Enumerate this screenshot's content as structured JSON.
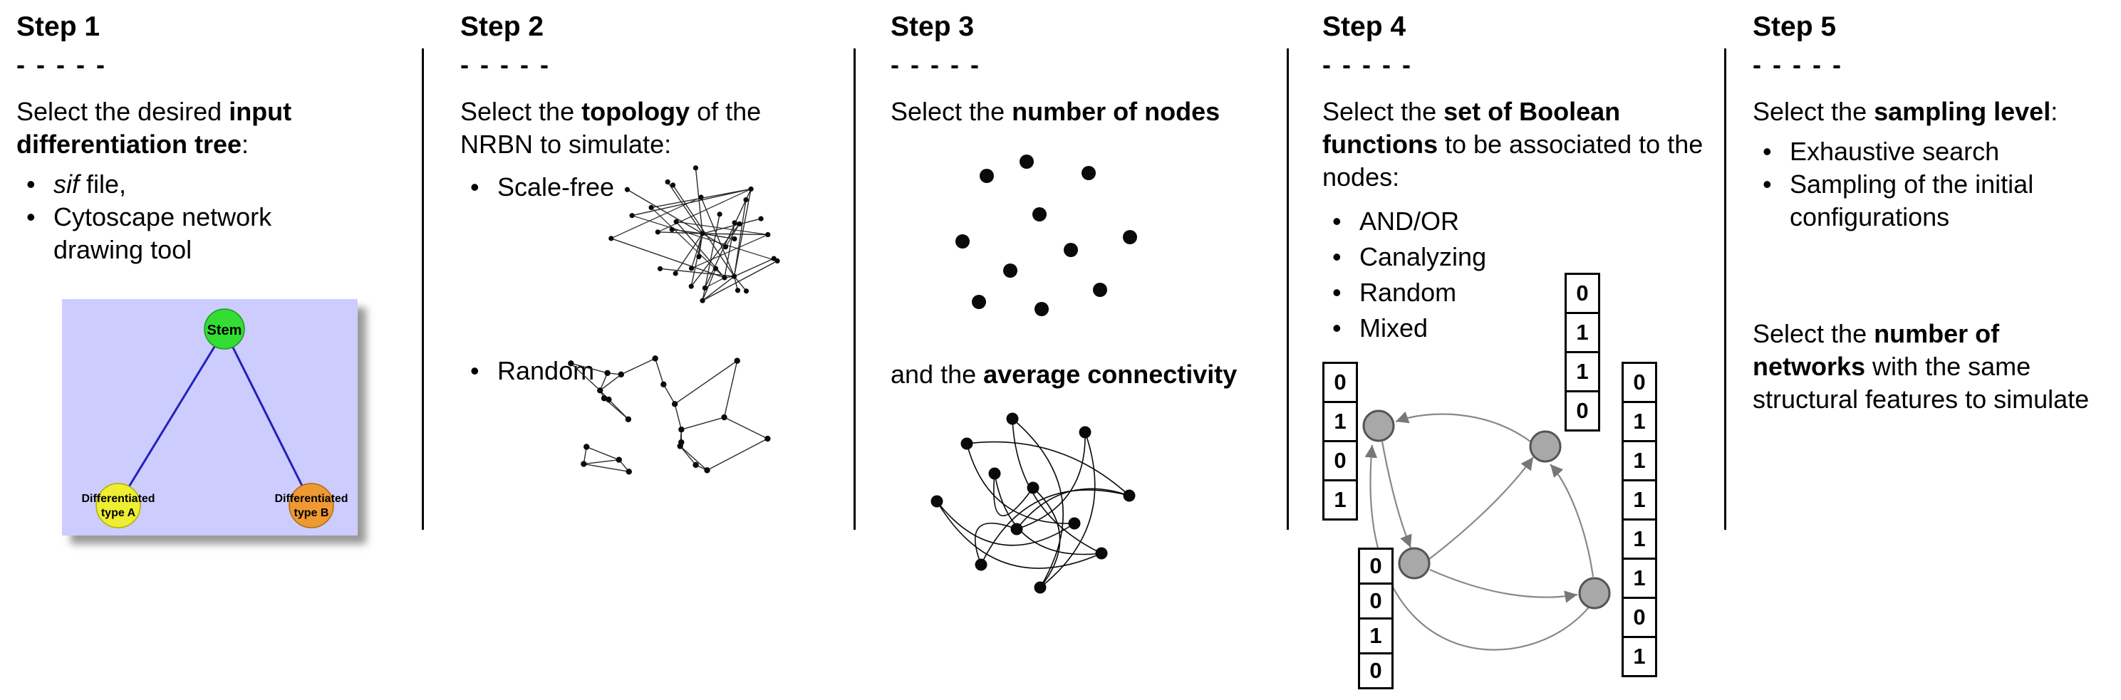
{
  "colors": {
    "tree_background": "#ccccff",
    "stem_node": "#33dd33",
    "type_a_node": "#eeee33",
    "type_b_node": "#ee9933",
    "tree_edge": "#2222bb",
    "bool_node_fill": "#a8a8a8",
    "bool_node_stroke": "#555555",
    "arrow": "#888888"
  },
  "steps": [
    {
      "title": "Step 1",
      "dashes": "- - - - -",
      "intro": {
        "pre": "Select the desired ",
        "bold": "input differentiation tree",
        "post": ":"
      },
      "bullets": [
        {
          "italic": "sif",
          "rest": " file,"
        },
        {
          "text": "Cytoscape network drawing tool"
        }
      ],
      "tree": {
        "stem_label": "Stem",
        "node_a_line1": "Differentiated",
        "node_a_line2": "type A",
        "node_b_line1": "Differentiated",
        "node_b_line2": "type B"
      }
    },
    {
      "title": "Step 2",
      "dashes": "- - - - -",
      "intro": {
        "pre": "Select the ",
        "bold": "topology",
        "post": " of the NRBN to simulate:"
      },
      "bullets": [
        {
          "text": "Scale-free"
        },
        {
          "text": "Random"
        }
      ]
    },
    {
      "title": "Step 3",
      "dashes": "- - - - -",
      "intro": {
        "pre": "Select the ",
        "bold": "number of nodes",
        "post": ""
      },
      "second": {
        "pre": "and the ",
        "bold": "average connectivity",
        "post": ""
      }
    },
    {
      "title": "Step 4",
      "dashes": "- - - - -",
      "intro": {
        "pre": "Select the ",
        "bold": "set of Boolean functions",
        "post": " to be associated to the nodes:"
      },
      "bullets": [
        {
          "text": "AND/OR"
        },
        {
          "text": "Canalyzing"
        },
        {
          "text": "Random"
        },
        {
          "text": "Mixed"
        }
      ],
      "tables": {
        "left": [
          "0",
          "1",
          "0",
          "1"
        ],
        "top": [
          "0",
          "1",
          "1",
          "0"
        ],
        "right": [
          "0",
          "1",
          "1",
          "1",
          "1",
          "1",
          "0",
          "1"
        ],
        "bottom": [
          "0",
          "0",
          "1",
          "0"
        ]
      }
    },
    {
      "title": "Step 5",
      "dashes": "- - - - -",
      "intro": {
        "pre": "Select the ",
        "bold": "sampling level",
        "post": ":"
      },
      "bullets": [
        {
          "text": "Exhaustive search"
        },
        {
          "text": "Sampling of the initial configurations"
        }
      ],
      "second": {
        "pre": "Select the ",
        "bold": "number of networks",
        "post": " with the same structural features to simulate"
      }
    }
  ]
}
